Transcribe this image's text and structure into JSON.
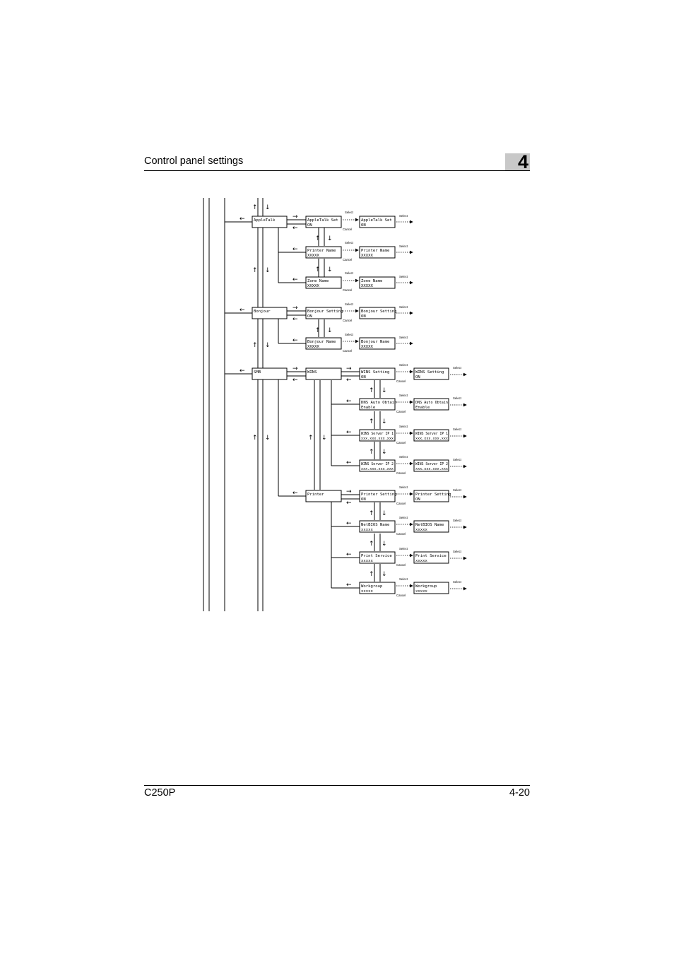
{
  "header": {
    "title": "Control panel settings",
    "chapter": "4"
  },
  "footer": {
    "model": "C250P",
    "page": "4-20"
  },
  "labels": {
    "select": "Select",
    "cancel": "Cancel"
  },
  "menus": {
    "appletalk": "AppleTalk",
    "bonjour": "Bonjour",
    "smb": "SMB",
    "wins": "WINS",
    "printer": "Printer"
  },
  "settings": {
    "appletalk_set": [
      "AppleTalk Set",
      "ON"
    ],
    "printer_name": [
      "Printer Name",
      "XXXXX"
    ],
    "zone_name": [
      "Zone Name",
      "XXXXX"
    ],
    "bonjour_setting": [
      "Bonjour Setting",
      "ON"
    ],
    "bonjour_name": [
      "Bonjour Name",
      "XXXXX"
    ],
    "wins_setting": [
      "WINS Setting",
      "ON"
    ],
    "dns_auto_obtain": [
      "DNS Auto Obtain",
      "Enable"
    ],
    "wins_server_ip1": [
      "WINS Server IP 1",
      "xxx.xxx.xxx.xxx"
    ],
    "wins_server_ip2": [
      "WINS Server IP 2",
      "xxx.xxx.xxx.xxx"
    ],
    "printer_setting": [
      "Printer Setting",
      "ON"
    ],
    "netbios_name": [
      "NetBIOS Name",
      "xxxxx"
    ],
    "print_service": [
      "Print Service",
      "xxxxx"
    ],
    "workgroup": [
      "Workgroup",
      "xxxxx"
    ]
  }
}
